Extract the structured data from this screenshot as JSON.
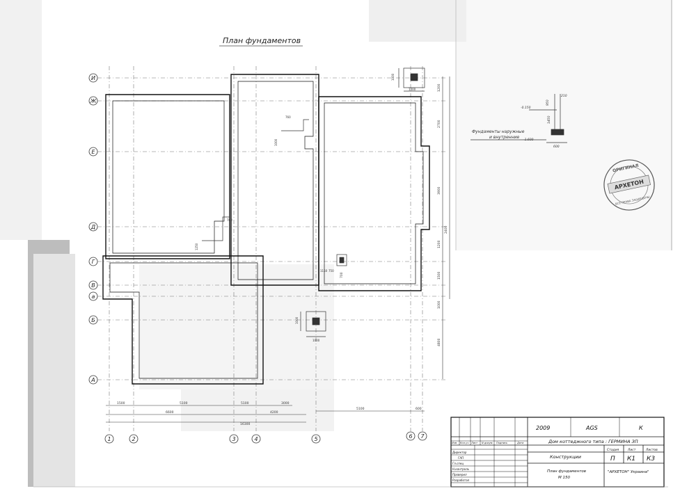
{
  "drawing": {
    "title": "План фундаментов",
    "axes_letters": [
      "И",
      "Ж",
      "Е",
      "Д",
      "Г",
      "В",
      "Б",
      "А"
    ],
    "axes_numbers": [
      "1",
      "2",
      "3",
      "4",
      "5",
      "6",
      "7"
    ],
    "extra_axis_letter": "а",
    "dimensions": {
      "bottom_row1": [
        "1500",
        "5100",
        "5100",
        "3000",
        "5100",
        "600"
      ],
      "bottom_row2": [
        "6600",
        "4200"
      ],
      "bottom_total": "16300",
      "right_col": [
        "1200",
        "2700",
        "3900",
        "1200",
        "4800",
        "1500",
        "1000",
        "2400",
        "700"
      ],
      "col_detail_top": [
        "1000",
        "1000"
      ],
      "col_detail_bottom": [
        "1000",
        "1000"
      ],
      "col_detail_mid": [
        "1150",
        "750",
        "1000"
      ],
      "internal": [
        "760",
        "750",
        "1000",
        "760",
        "1250"
      ]
    },
    "section_note": {
      "line1": "Фундаменты наружные",
      "line2": "и внутренние",
      "levels": [
        "-0.150",
        "-1.600",
        "0.000",
        "210"
      ],
      "dims": [
        "600",
        "1450",
        "950",
        "100"
      ]
    },
    "stamp": {
      "line1": "ОРИГИНАЛ",
      "line2": "АРХЕТОН",
      "line3": "ВСЕ ПРАВА ЗАЩИЩЕНЫ"
    }
  },
  "title_block": {
    "year": "2009",
    "code": "AGS",
    "letter": "К",
    "project": "Дом коттеджного типа : ГЕРМИНА ЗП",
    "section": "Конструкции",
    "sheet_title": "План фундаментов",
    "scale": "М 150",
    "organization": "\"АРХЕТОН\" Украина\"",
    "cols": {
      "stage": "Стадия",
      "sheet": "Лист",
      "sheets": "Листов"
    },
    "values": {
      "stage": "П",
      "sheet": "К1",
      "sheets": "К3"
    },
    "header_cells": [
      "Изм",
      "Кол.уч",
      "Лист",
      "N докум.",
      "Подпись",
      "Дата"
    ],
    "roles": [
      "Директор",
      "ГАП",
      "Гл.спец",
      "Н.контроль",
      "Проверил",
      "Разработал"
    ]
  }
}
